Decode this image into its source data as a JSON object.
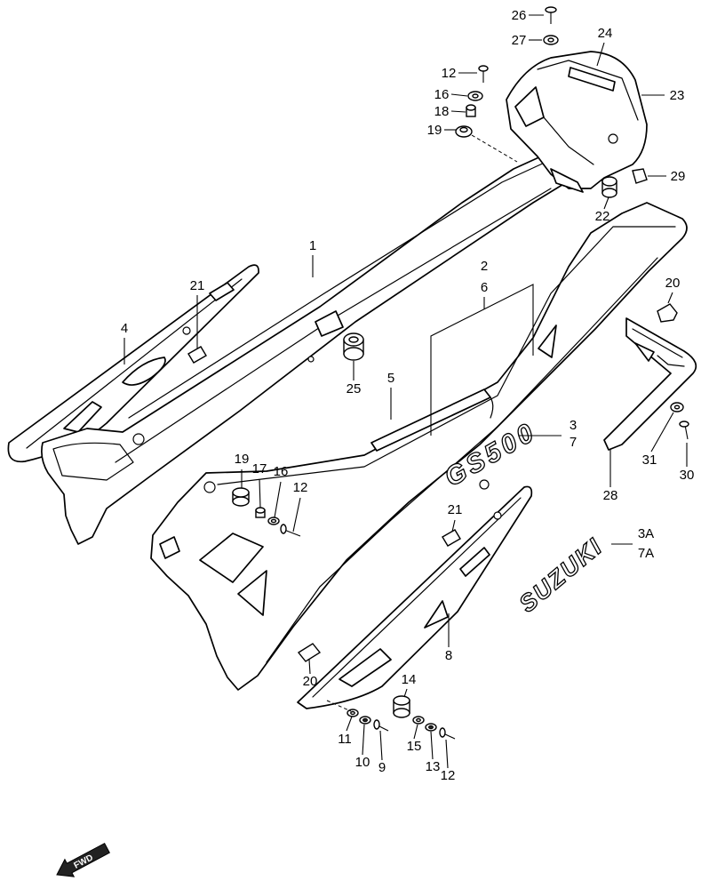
{
  "diagram": {
    "callouts": [
      {
        "label": "26"
      },
      {
        "label": "27"
      },
      {
        "label": "24"
      },
      {
        "label": "12"
      },
      {
        "label": "23"
      },
      {
        "label": "16"
      },
      {
        "label": "18"
      },
      {
        "label": "19"
      },
      {
        "label": "29"
      },
      {
        "label": "22"
      },
      {
        "label": "1"
      },
      {
        "label": "20"
      },
      {
        "label": "21"
      },
      {
        "label": "2"
      },
      {
        "label": "6"
      },
      {
        "label": "4"
      },
      {
        "label": "25"
      },
      {
        "label": "5"
      },
      {
        "label": "3"
      },
      {
        "label": "7"
      },
      {
        "label": "31"
      },
      {
        "label": "30"
      },
      {
        "label": "19"
      },
      {
        "label": "17"
      },
      {
        "label": "16"
      },
      {
        "label": "12"
      },
      {
        "label": "21"
      },
      {
        "label": "28"
      },
      {
        "label": "3A"
      },
      {
        "label": "7A"
      },
      {
        "label": "8"
      },
      {
        "label": "20"
      },
      {
        "label": "14"
      },
      {
        "label": "11"
      },
      {
        "label": "10"
      },
      {
        "label": "9"
      },
      {
        "label": "15"
      },
      {
        "label": "13"
      },
      {
        "label": "12"
      }
    ]
  },
  "decals": {
    "side_logo": "SUZUKI",
    "model_logo": "GS500"
  },
  "direction_arrow": {
    "label": "FWD",
    "icon": "forward-arrow-icon"
  },
  "colors": {
    "line": "#000000",
    "paper": "#ffffff"
  }
}
